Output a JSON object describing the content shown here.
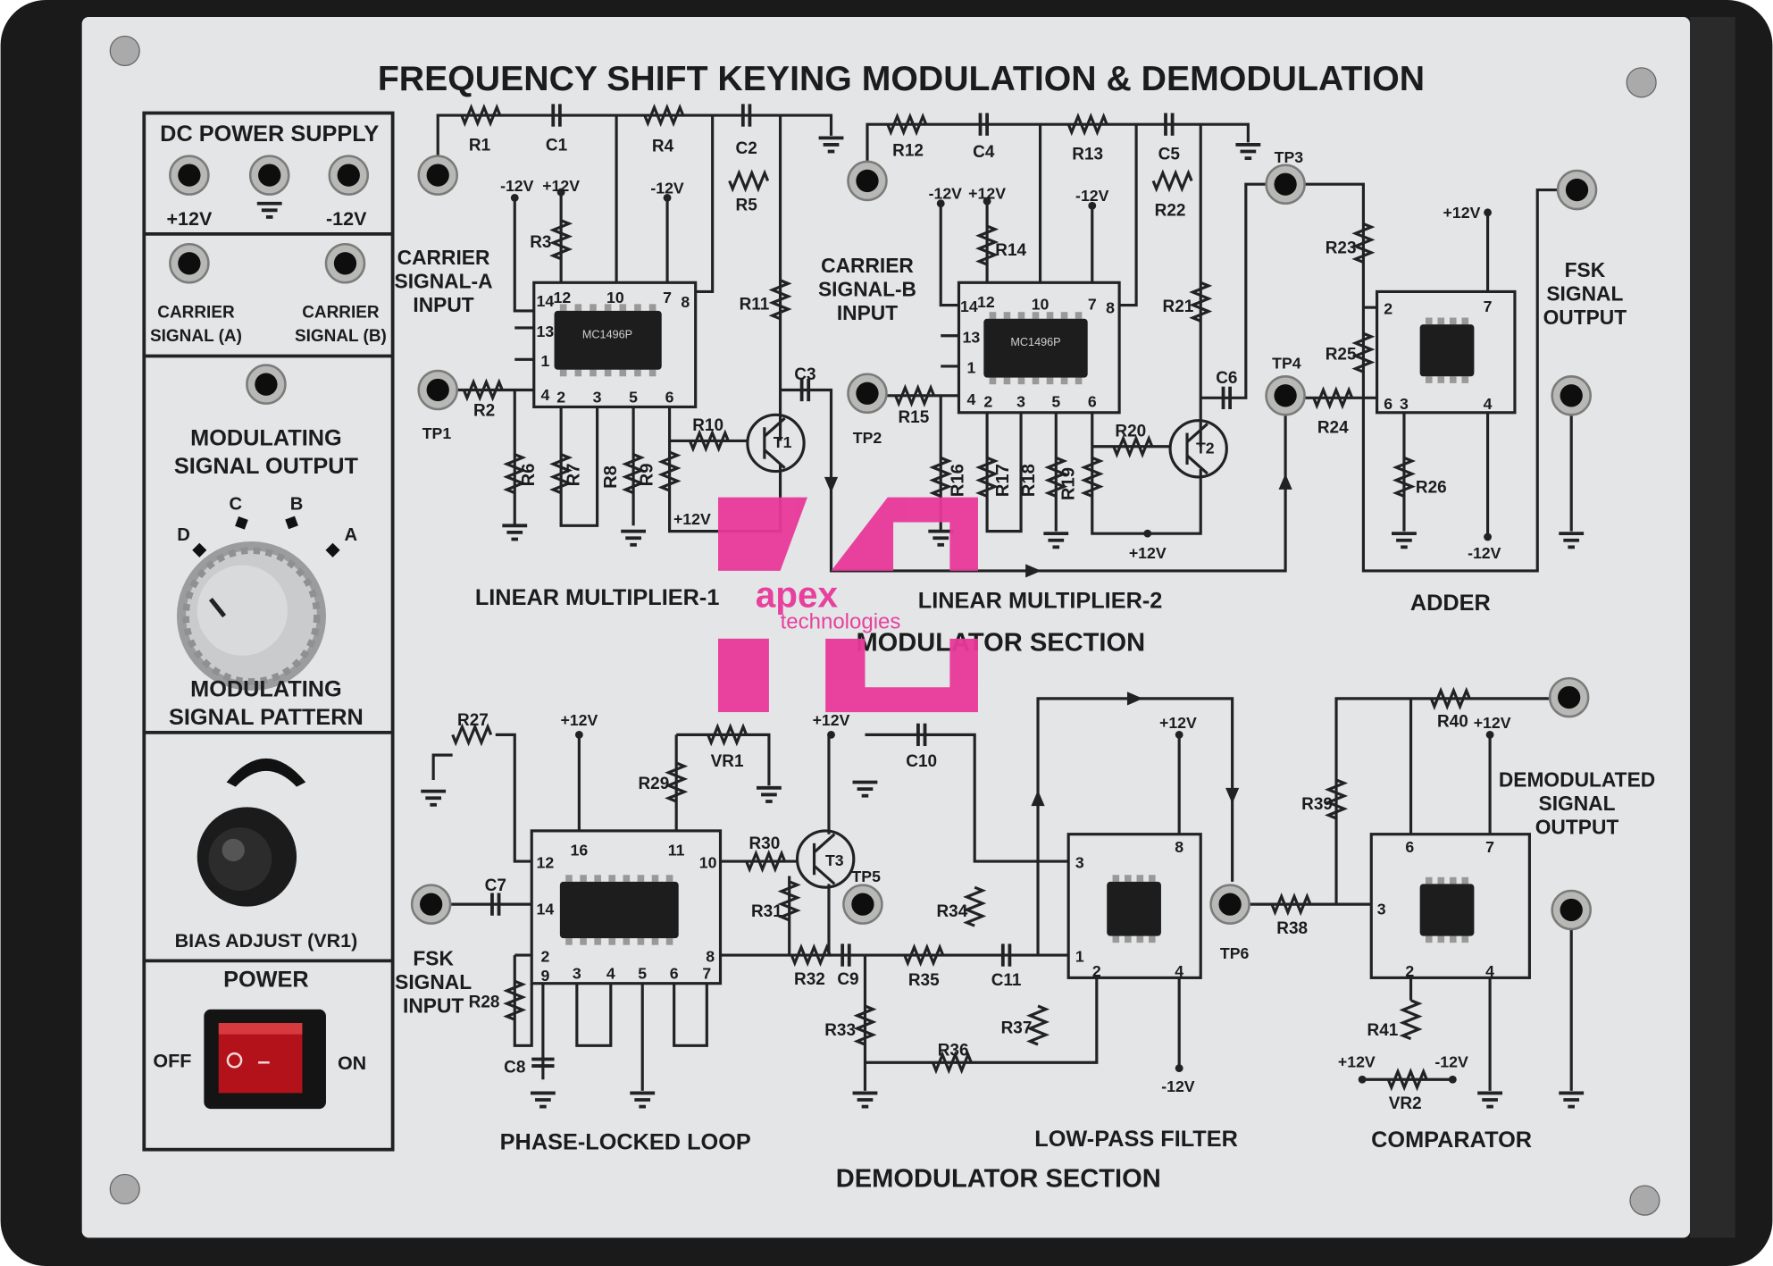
{
  "title": "FREQUENCY SHIFT KEYING MODULATION & DEMODULATION",
  "watermark": {
    "line1": "apex",
    "line2": "technologies",
    "color": "#e8399a"
  },
  "colors": {
    "panel": "#e3e5e7",
    "frame": "#1a1a1a",
    "ink": "#1c1c1c",
    "switch_red": "#b3121b"
  },
  "left_panel": {
    "dc_power_supply": "DC POWER SUPPLY",
    "plus12": "+12V",
    "minus12": "-12V",
    "carrier": "CARRIER",
    "signal_a": "SIGNAL (A)",
    "signal_b": "SIGNAL (B)",
    "mod_out_1": "MODULATING",
    "mod_out_2": "SIGNAL OUTPUT",
    "pattern_positions": [
      "D",
      "C",
      "B",
      "A"
    ],
    "pattern_1": "MODULATING",
    "pattern_2": "SIGNAL PATTERN",
    "bias": "BIAS ADJUST (VR1)",
    "power": "POWER",
    "off": "OFF",
    "on": "ON"
  },
  "labels": {
    "R1": "R1",
    "C1": "C1",
    "R4": "R4",
    "C2": "C2",
    "R5": "R5",
    "R3": "R3",
    "R11": "R11",
    "C3": "C3",
    "R2": "R2",
    "TP1": "TP1",
    "R10": "R10",
    "T1": "T1",
    "R6": "R6",
    "R7": "R7",
    "R8": "R8",
    "R9": "R9",
    "m1a": "-12V",
    "p1a": "+12V",
    "m1b": "-12V",
    "p1c": "+12V",
    "ca1": "CARRIER",
    "ca2": "SIGNAL-A",
    "ca3": "INPUT",
    "i1p14": "14",
    "i1p12": "12",
    "i1p10": "10",
    "i1p7": "7",
    "i1p8": "8",
    "i1p13": "13",
    "i1p1": "1",
    "i1p4": "4",
    "i1p2": "2",
    "i1p3": "3",
    "i1p5": "5",
    "i1p6": "6",
    "lm1": "LINEAR MULTIPLIER-1",
    "R12": "R12",
    "C4": "C4",
    "R13": "R13",
    "C5": "C5",
    "R22": "R22",
    "R14": "R14",
    "R21": "R21",
    "C6": "C6",
    "R15": "R15",
    "TP2": "TP2",
    "R20": "R20",
    "T2": "T2",
    "R16": "R16",
    "R17": "R17",
    "R18": "R18",
    "R19": "R19",
    "m2a": "-12V",
    "p2a": "+12V",
    "m2b": "-12V",
    "p2c": "+12V",
    "cb1": "CARRIER",
    "cb2": "SIGNAL-B",
    "cb3": "INPUT",
    "i2p14": "14",
    "i2p12": "12",
    "i2p10": "10",
    "i2p7": "7",
    "i2p8": "8",
    "i2p13": "13",
    "i2p1": "1",
    "i2p4": "4",
    "i2p2": "2",
    "i2p3": "3",
    "i2p5": "5",
    "i2p6": "6",
    "lm2": "LINEAR MULTIPLIER-2",
    "TP3": "TP3",
    "TP4": "TP4",
    "R23": "R23",
    "R25": "R25",
    "R24": "R24",
    "R26": "R26",
    "p3a": "+12V",
    "m3a": "-12V",
    "adp2": "2",
    "adp7": "7",
    "adp6": "6",
    "adp3": "3",
    "adp4": "4",
    "fo1": "FSK",
    "fo2": "SIGNAL",
    "fo3": "OUTPUT",
    "adder": "ADDER",
    "modsec": "MODULATOR SECTION",
    "R27": "R27",
    "p4a": "+12V",
    "VR1": "VR1",
    "R29": "R29",
    "p4b": "+12V",
    "C7": "C7",
    "R28": "R28",
    "C8": "C8",
    "fi1": "FSK",
    "fi2": "SIGNAL",
    "fi3": "INPUT",
    "pp12": "12",
    "pp16": "16",
    "pp11": "11",
    "pp10": "10",
    "pp14": "14",
    "pp2": "2",
    "pp8": "8",
    "pp9": "9",
    "pp3": "3",
    "pp4": "4",
    "pp5": "5",
    "pp6": "6",
    "pp7": "7",
    "pll": "PHASE-LOCKED LOOP",
    "R30": "R30",
    "T3": "T3",
    "TP5": "TP5",
    "R31": "R31",
    "R32": "R32",
    "C9": "C9",
    "R35": "R35",
    "C11": "C11",
    "C10": "C10",
    "R34": "R34",
    "R33": "R33",
    "R36": "R36",
    "R37": "R37",
    "lp3": "3",
    "lp8": "8",
    "lp1": "1",
    "lp2": "2",
    "lp4": "4",
    "p5a": "+12V",
    "m5a": "-12V",
    "TP6": "TP6",
    "R38": "R38",
    "lpf": "LOW-PASS FILTER",
    "R40": "R40",
    "p6a": "+12V",
    "R39": "R39",
    "R41": "R41",
    "p6b": "+12V",
    "m6b": "-12V",
    "VR2": "VR2",
    "cp6": "6",
    "cp7": "7",
    "cp3": "3",
    "cp2": "2",
    "cp4": "4",
    "do1": "DEMODULATED",
    "do2": "SIGNAL",
    "do3": "OUTPUT",
    "comparator": "COMPARATOR",
    "demodsec": "DEMODULATOR SECTION"
  },
  "chips": {
    "ic1": "MC1496P",
    "ic2": "MC1496P"
  }
}
